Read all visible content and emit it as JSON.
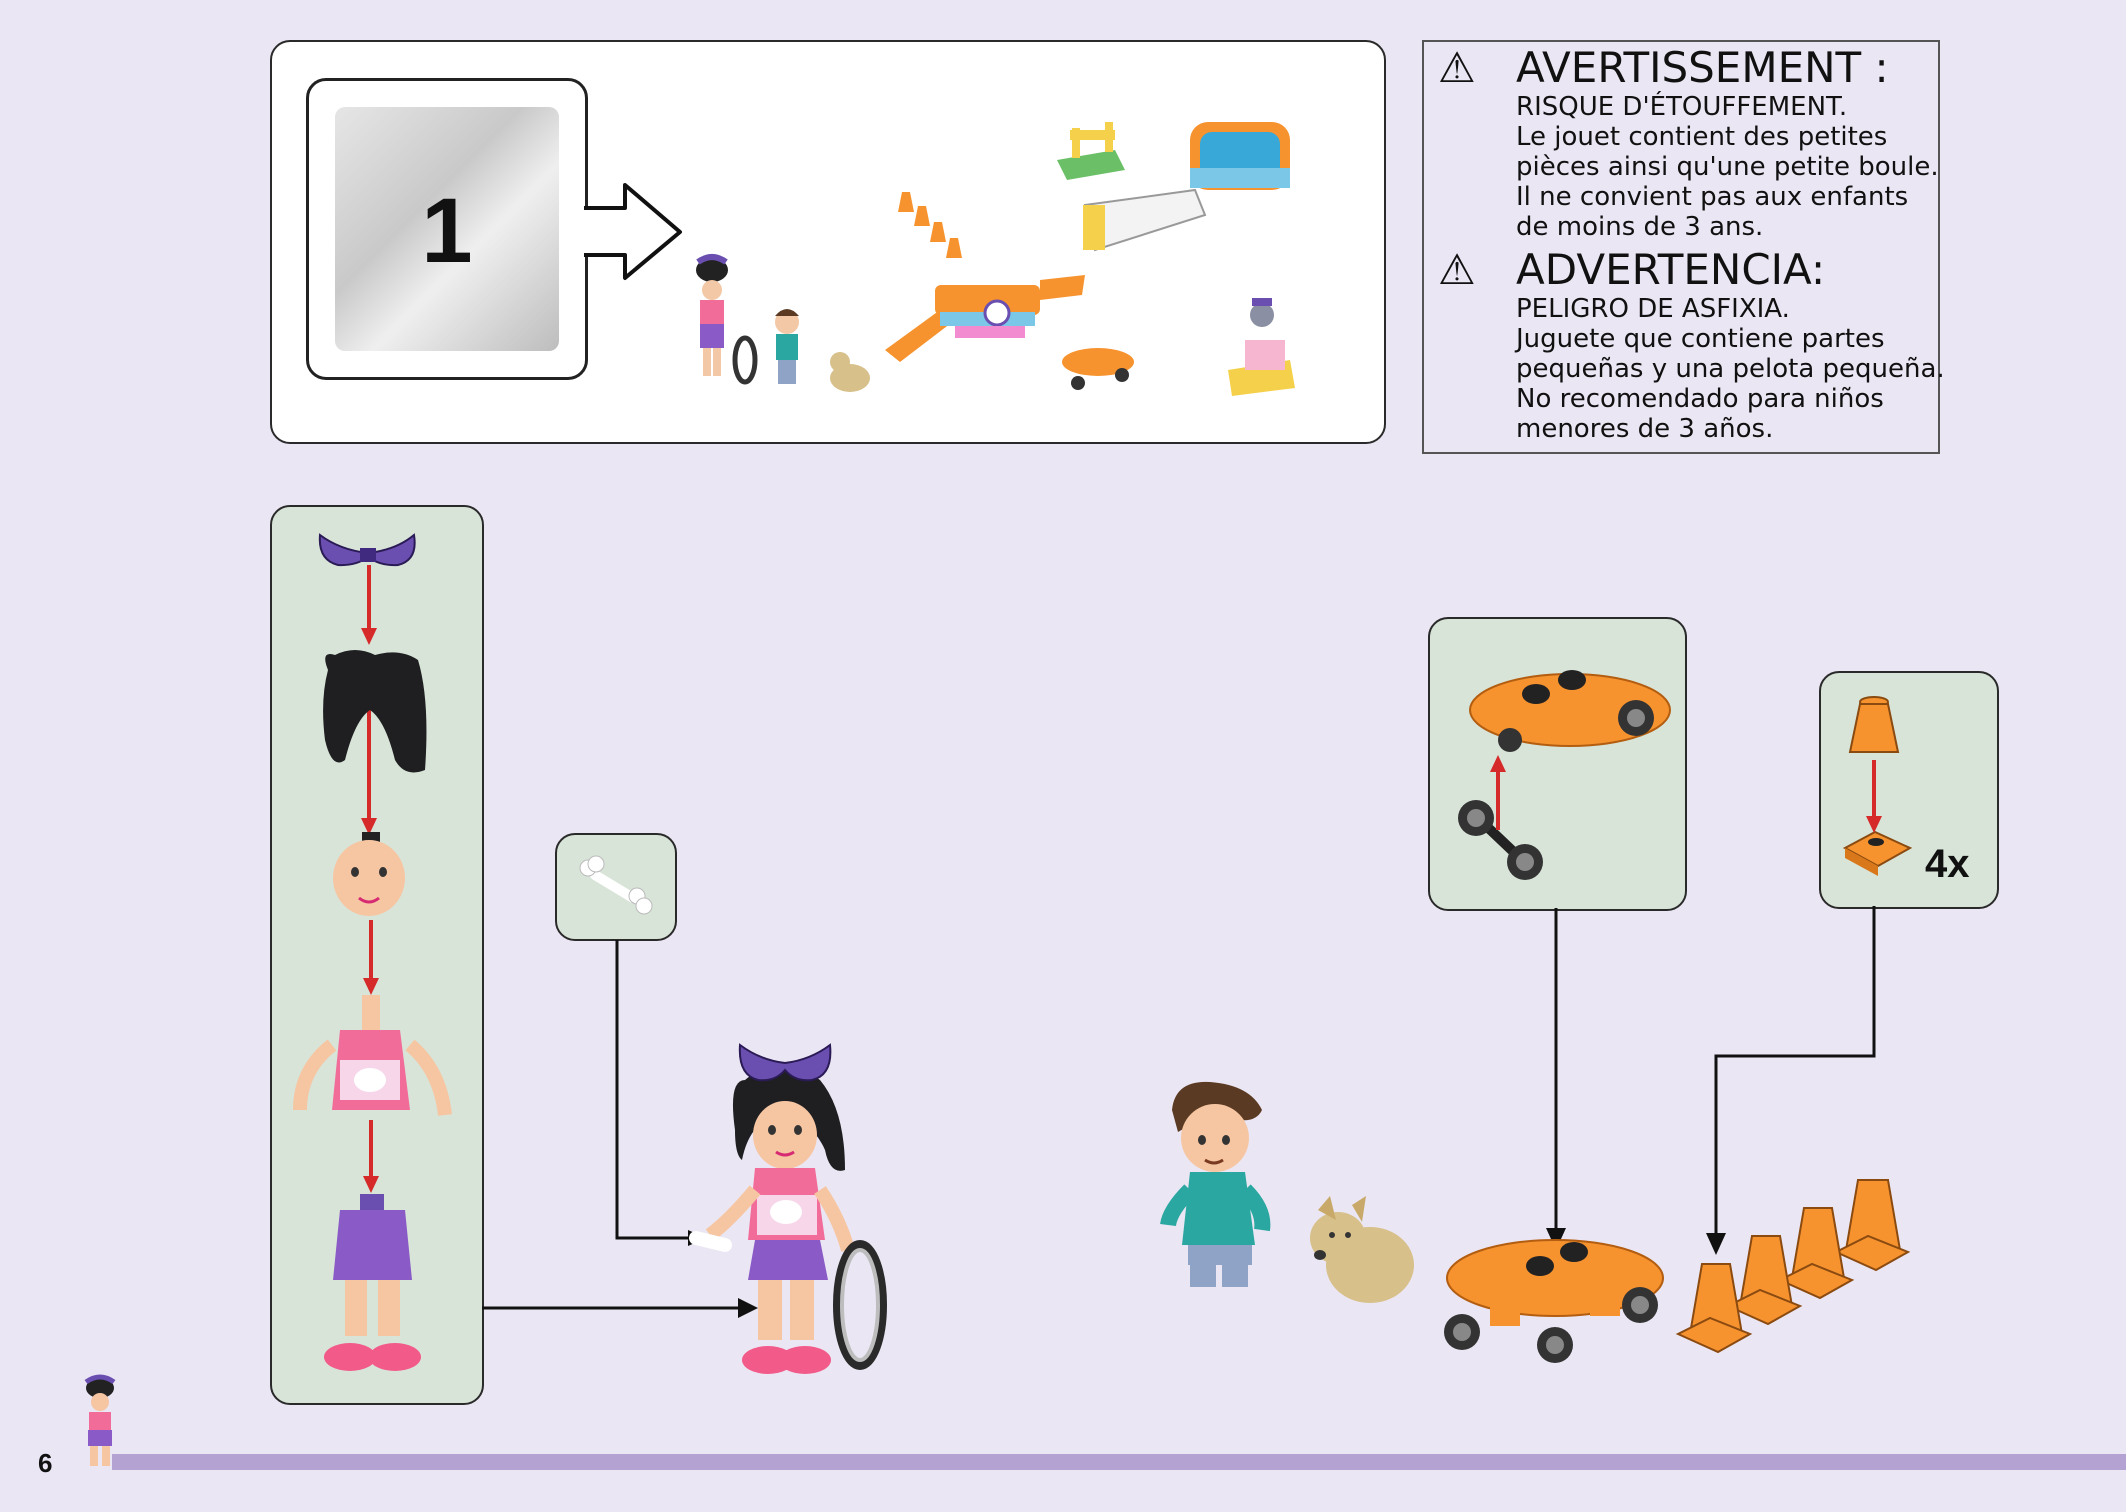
{
  "page": {
    "number": "6"
  },
  "bag": {
    "label": "1"
  },
  "warnings": [
    {
      "title": "AVERTISSEMENT :",
      "lines": [
        "RISQUE D'ÉTOUFFEMENT.",
        "Le jouet contient des petites",
        "pièces ainsi qu'une petite boule.",
        "Il ne convient pas aux enfants",
        "de moins de 3 ans."
      ]
    },
    {
      "title": "ADVERTENCIA:",
      "lines": [
        "PELIGRO DE ASFIXIA.",
        "Juguete que contiene partes",
        "pequeñas y una pelota pequeña.",
        "No recomendado para niños",
        "menores de 3 años."
      ]
    }
  ],
  "icons": {
    "warning": "warning-triangle-icon",
    "arrow": "outline-arrow-icon"
  },
  "steps": {
    "cones_multiplier": "4x"
  },
  "colors": {
    "background": "#ebe6f3",
    "callout_green": "#d8e4d8",
    "assembly_arrow_red": "#d62a2a",
    "skateboard_orange": "#f6932f",
    "bow_purple": "#6a4fb0",
    "footer_bar": "#b3a2d2"
  }
}
